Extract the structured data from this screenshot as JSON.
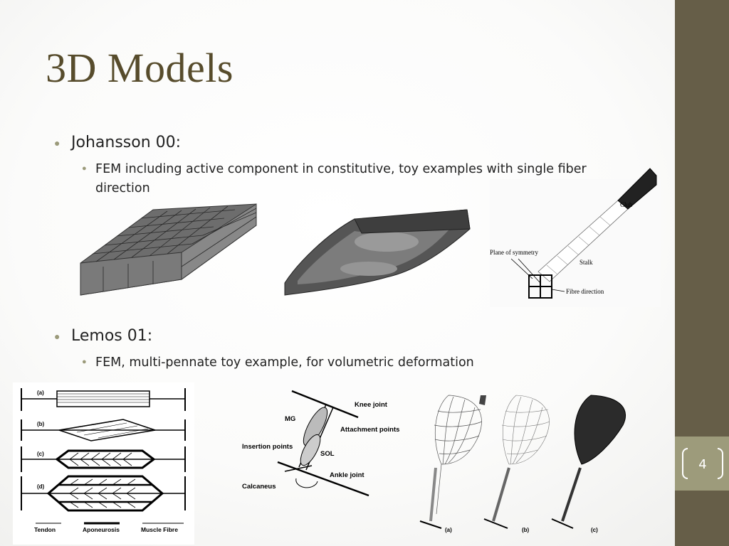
{
  "slide": {
    "title": "3D Models",
    "page_number": "4",
    "bullets": [
      {
        "text": "Johansson 00:",
        "sub": "FEM including active component in constitutive, toy examples with single fiber direction"
      },
      {
        "text": "Lemos 01:",
        "sub": "FEM, multi-pennate toy example, for volumetric deformation"
      }
    ]
  },
  "figure_stalk": {
    "labels": {
      "club": "Club",
      "plane": "Plane of symmetry",
      "stalk": "Stalk",
      "fibre": "Fibre direction"
    }
  },
  "figure_pennate": {
    "panels": [
      "(a)",
      "(b)",
      "(c)",
      "(d)"
    ],
    "legend": [
      "Tendon",
      "Aponeurosis",
      "Muscle Fibre"
    ]
  },
  "figure_leg": {
    "labels": {
      "knee": "Knee joint",
      "mg": "MG",
      "attachment": "Attachment points",
      "insertion": "Insertion points",
      "sol": "SOL",
      "ankle": "Ankle joint",
      "calcaneus": "Calcaneus"
    }
  },
  "figure_muscles": {
    "panels": [
      "(a)",
      "(b)",
      "(c)"
    ]
  },
  "colors": {
    "sidebar": "#665e48",
    "pagebox": "#9d9b7b",
    "title": "#574c2c",
    "bullet": "#9b9a7a"
  }
}
